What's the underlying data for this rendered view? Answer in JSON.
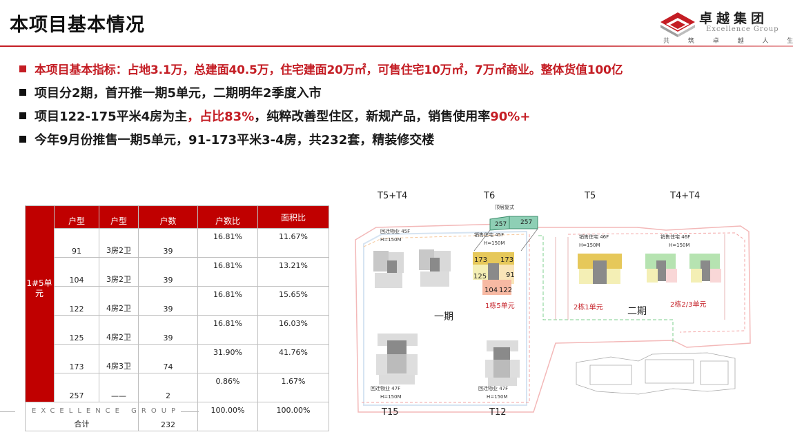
{
  "header": {
    "title": "本项目基本情况",
    "logo": {
      "name": "卓越集团",
      "en": "Excellence Group",
      "slogan": "共 筑 卓 越 人 生",
      "icon": "red-diamond-logo-icon"
    }
  },
  "bullets": [
    {
      "text": "本项目基本指标：占地3.1万，总建面40.5万，住宅建面20万㎡，可售住宅10万㎡，7万㎡商业。整体货值100亿"
    },
    {
      "text": "项目分2期，首开推一期5单元，二期明年2季度入市"
    },
    {
      "pre": "项目122-175平米4房为主",
      "hl1": "，占比83%",
      "mid": "，纯粹改善型住区，新规产品，销售使用率",
      "hl2": "90%+"
    },
    {
      "text": "今年9月份推售一期5单元，91-173平米3-4房，共232套，精装修交楼"
    }
  ],
  "table": {
    "headers": [
      "户型",
      "户型",
      "户数",
      "户数比",
      "面积比"
    ],
    "side_label_line1": "1#5单",
    "side_label_line2": "元",
    "rows": [
      {
        "area": "91",
        "type": "3房2卫",
        "count": "39",
        "count_ratio": "16.81%",
        "area_ratio": "11.67%"
      },
      {
        "area": "104",
        "type": "3房2卫",
        "count": "39",
        "count_ratio": "16.81%",
        "area_ratio": "13.21%"
      },
      {
        "area": "122",
        "type": "4房2卫",
        "count": "39",
        "count_ratio": "16.81%",
        "area_ratio": "15.65%"
      },
      {
        "area": "125",
        "type": "4房2卫",
        "count": "39",
        "count_ratio": "16.81%",
        "area_ratio": "16.03%"
      },
      {
        "area": "173",
        "type": "4房3卫",
        "count": "74",
        "count_ratio": "31.90%",
        "area_ratio": "41.76%"
      },
      {
        "area": "257",
        "type": "——",
        "count": "2",
        "count_ratio": "0.86%",
        "area_ratio": "1.67%"
      }
    ],
    "total": {
      "label": "合计",
      "count": "232",
      "count_ratio": "100.00%",
      "area_ratio": "100.00%"
    }
  },
  "footer": {
    "text": "EXCELLENCE GROUP"
  },
  "map": {
    "tower_labels": {
      "t5t4": "T5+T4",
      "t6": "T6",
      "t5": "T5",
      "t4t4": "T4+T4",
      "t15": "T15",
      "t12": "T12"
    },
    "penthouse": "顶层复式",
    "unit_257": "257",
    "annot_t5t4": {
      "l1": "回迁物业 45F",
      "l2": "H=150M"
    },
    "annot_t6": {
      "l1": "销售住宅 45F",
      "l2": "H=150M"
    },
    "annot_t5": {
      "l1": "销售住宅 46F",
      "l2": "H=150M"
    },
    "annot_t4": {
      "l1": "销售住宅 46F",
      "l2": "H=150M"
    },
    "annot_t15": {
      "l1": "回迁物业 47F",
      "l2": "H=150M"
    },
    "annot_t12": {
      "l1": "回迁物业 47F",
      "l2": "H=150M"
    },
    "units": {
      "u173": "173",
      "u125": "125",
      "u91": "91",
      "u104": "104",
      "u122": "122"
    },
    "building_1_5": "1栋5单元",
    "phase1": "一期",
    "phase2": "二期",
    "building_2_1": "2栋1单元",
    "building_2_23": "2栋2/3单元",
    "colors": {
      "brand_red": "#c41d24",
      "table_red": "#c00000",
      "gold": "#e6c85a",
      "teal": "#8ecfb5"
    }
  }
}
